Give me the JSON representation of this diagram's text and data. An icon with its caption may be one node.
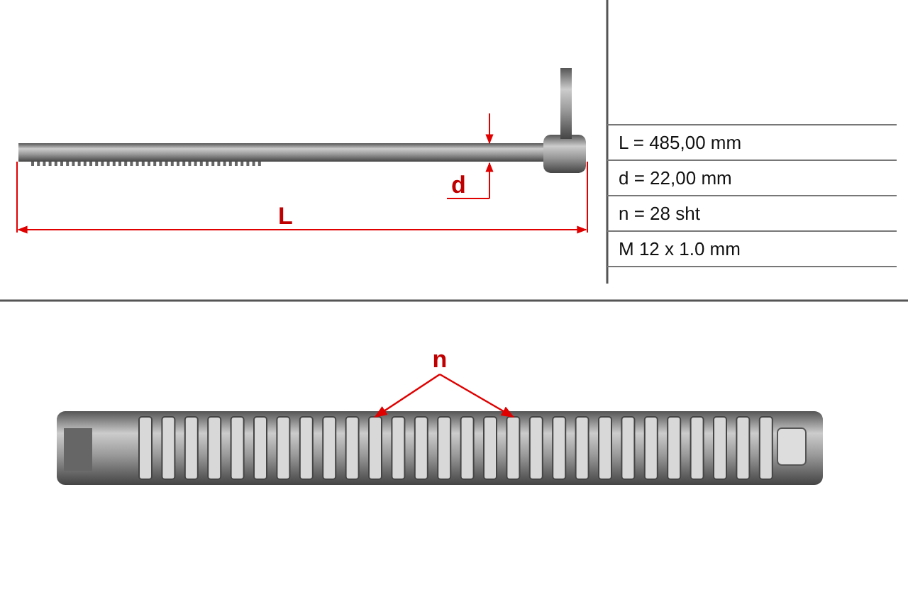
{
  "diagram": {
    "nodes": [
      {
        "text": [
          "n"
        ]
      },
      {
        "text": [],
        "shape": "bar"
      },
      {
        "text": [],
        "shape": "bar"
      }
    ],
    "edges": [
      {
        "from": 0,
        "to": 1,
        "arrow": "to"
      },
      {
        "from": 0,
        "to": 2,
        "arrow": "to"
      }
    ],
    "labels": [
      "L",
      "d",
      "L = 485,00 mm",
      "d = 22,00 mm",
      "n = 28 sht",
      "M 12 x 1.0 mm"
    ]
  }
}
